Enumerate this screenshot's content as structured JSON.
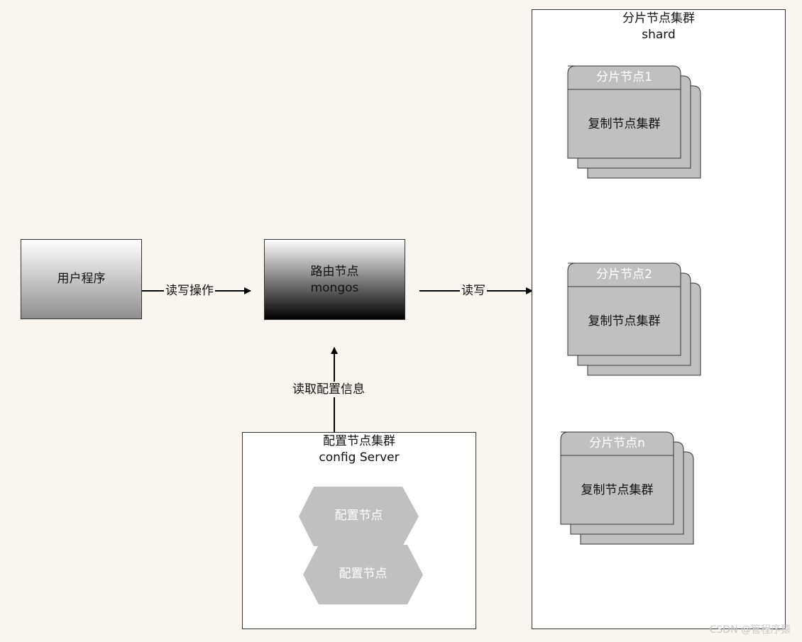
{
  "user_program": {
    "label": "用户程序"
  },
  "router": {
    "title": "路由节点",
    "subtitle": "mongos"
  },
  "edges": {
    "user_to_router": "读写操作",
    "router_to_shard": "读写",
    "config_to_router": "读取配置信息"
  },
  "config_cluster": {
    "title": "配置节点集群",
    "subtitle": "config Server",
    "nodes": [
      "配置节点",
      "配置节点"
    ]
  },
  "shard_cluster": {
    "title": "分片节点集群",
    "subtitle": "shard",
    "shards": [
      {
        "title": "分片节点1",
        "body": "复制节点集群"
      },
      {
        "title": "分片节点2",
        "body": "复制节点集群"
      },
      {
        "title": "分片节点n",
        "body": "复制节点集群"
      }
    ]
  },
  "watermark": "CSDN @管程序猿",
  "colors": {
    "background": "#f9f6ef",
    "shard_fill": "#c0c0c0",
    "config_node_fill": "#c0c0c0"
  }
}
